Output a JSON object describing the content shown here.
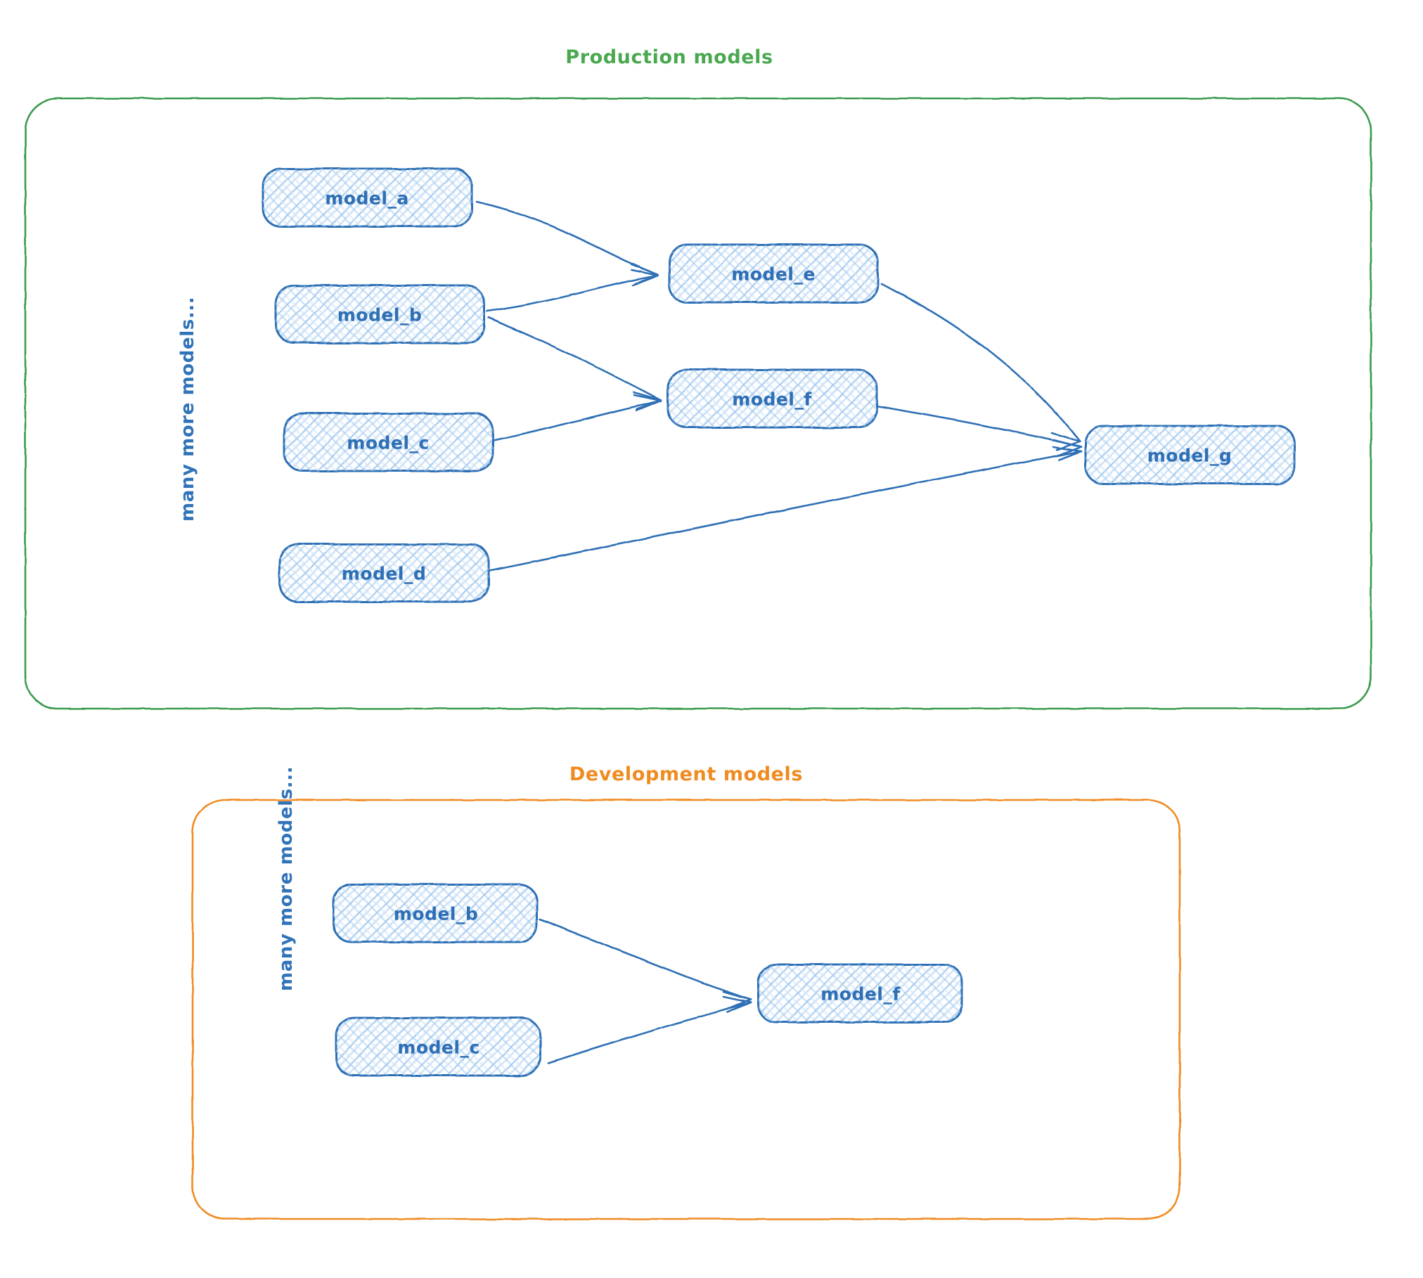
{
  "diagram": {
    "type": "dependency-graph",
    "background": "#ffffff",
    "palette": {
      "production_border": "#3a9b4e",
      "production_title": "#4aa84f",
      "development_border": "#ef8b20",
      "development_title": "#ef8b20",
      "node_stroke": "#2f6fb5",
      "node_fill_pattern": "#a8cdf0",
      "node_text": "#2f6fb5",
      "edge": "#2f6fb5"
    },
    "groups": [
      {
        "id": "production",
        "title": "Production models",
        "side_label": "many more models...",
        "nodes": [
          {
            "id": "prod_model_a",
            "label": "model_a"
          },
          {
            "id": "prod_model_b",
            "label": "model_b"
          },
          {
            "id": "prod_model_c",
            "label": "model_c"
          },
          {
            "id": "prod_model_d",
            "label": "model_d"
          },
          {
            "id": "prod_model_e",
            "label": "model_e"
          },
          {
            "id": "prod_model_f",
            "label": "model_f"
          },
          {
            "id": "prod_model_g",
            "label": "model_g"
          }
        ],
        "edges": [
          {
            "from": "model_a",
            "to": "model_e"
          },
          {
            "from": "model_b",
            "to": "model_e"
          },
          {
            "from": "model_b",
            "to": "model_f"
          },
          {
            "from": "model_c",
            "to": "model_f"
          },
          {
            "from": "model_e",
            "to": "model_g"
          },
          {
            "from": "model_f",
            "to": "model_g"
          },
          {
            "from": "model_d",
            "to": "model_g"
          }
        ]
      },
      {
        "id": "development",
        "title": "Development models",
        "side_label": "many more models...",
        "nodes": [
          {
            "id": "dev_model_b",
            "label": "model_b"
          },
          {
            "id": "dev_model_c",
            "label": "model_c"
          },
          {
            "id": "dev_model_f",
            "label": "model_f"
          }
        ],
        "edges": [
          {
            "from": "model_b",
            "to": "model_f"
          },
          {
            "from": "model_c",
            "to": "model_f"
          }
        ]
      }
    ]
  }
}
